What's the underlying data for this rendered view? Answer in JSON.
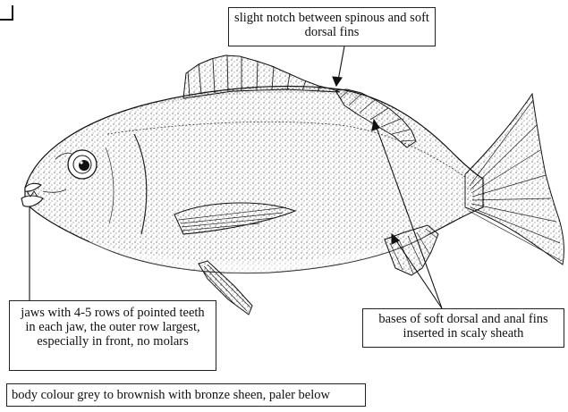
{
  "labels": {
    "notch": "slight notch between spinous and soft dorsal fins",
    "jaws": "jaws with 4-5 rows of pointed teeth in each jaw, the outer row largest, especially in front, no molars",
    "bases": "bases of soft dorsal and anal fins inserted in scaly sheath",
    "colour": "body colour grey to brownish with bronze sheen, paler below"
  },
  "colors": {
    "ink": "#111111",
    "stipple": "#2a2a2a",
    "background": "#ffffff"
  },
  "illustration": {
    "subject": "fish-illustration",
    "style": "stippled-line-drawing"
  }
}
